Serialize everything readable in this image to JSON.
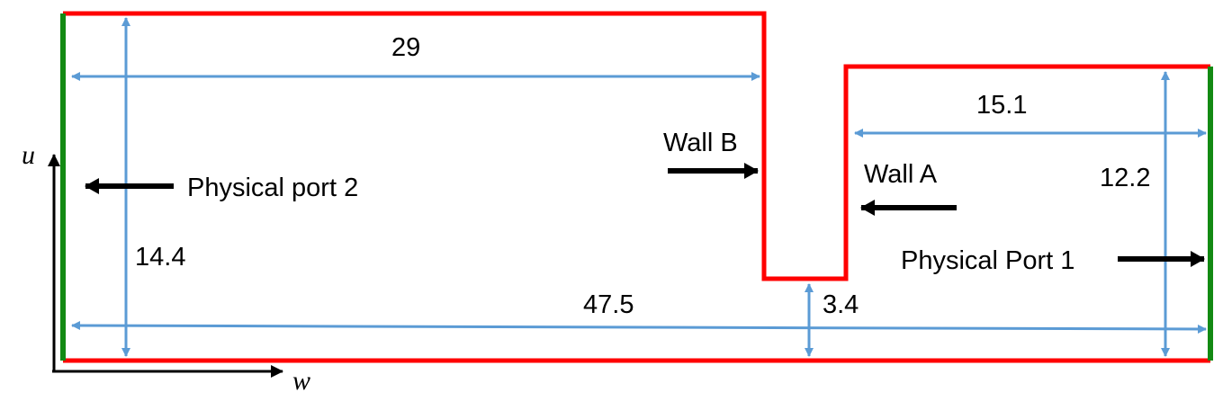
{
  "colors": {
    "wall": "#ff0000",
    "port": "#138a13",
    "dimension": "#5b9bd5",
    "arrow": "#000000"
  },
  "axes": {
    "vertical": "u",
    "horizontal": "w"
  },
  "labels": {
    "wall_b": "Wall B",
    "wall_a": "Wall A",
    "port_2": "Physical port 2",
    "port_1": "Physical Port 1"
  },
  "dimensions": {
    "left_width": "29",
    "right_width": "15.1",
    "total_width": "47.5",
    "left_height": "14.4",
    "right_height": "12.2",
    "gap_height": "3.4"
  }
}
